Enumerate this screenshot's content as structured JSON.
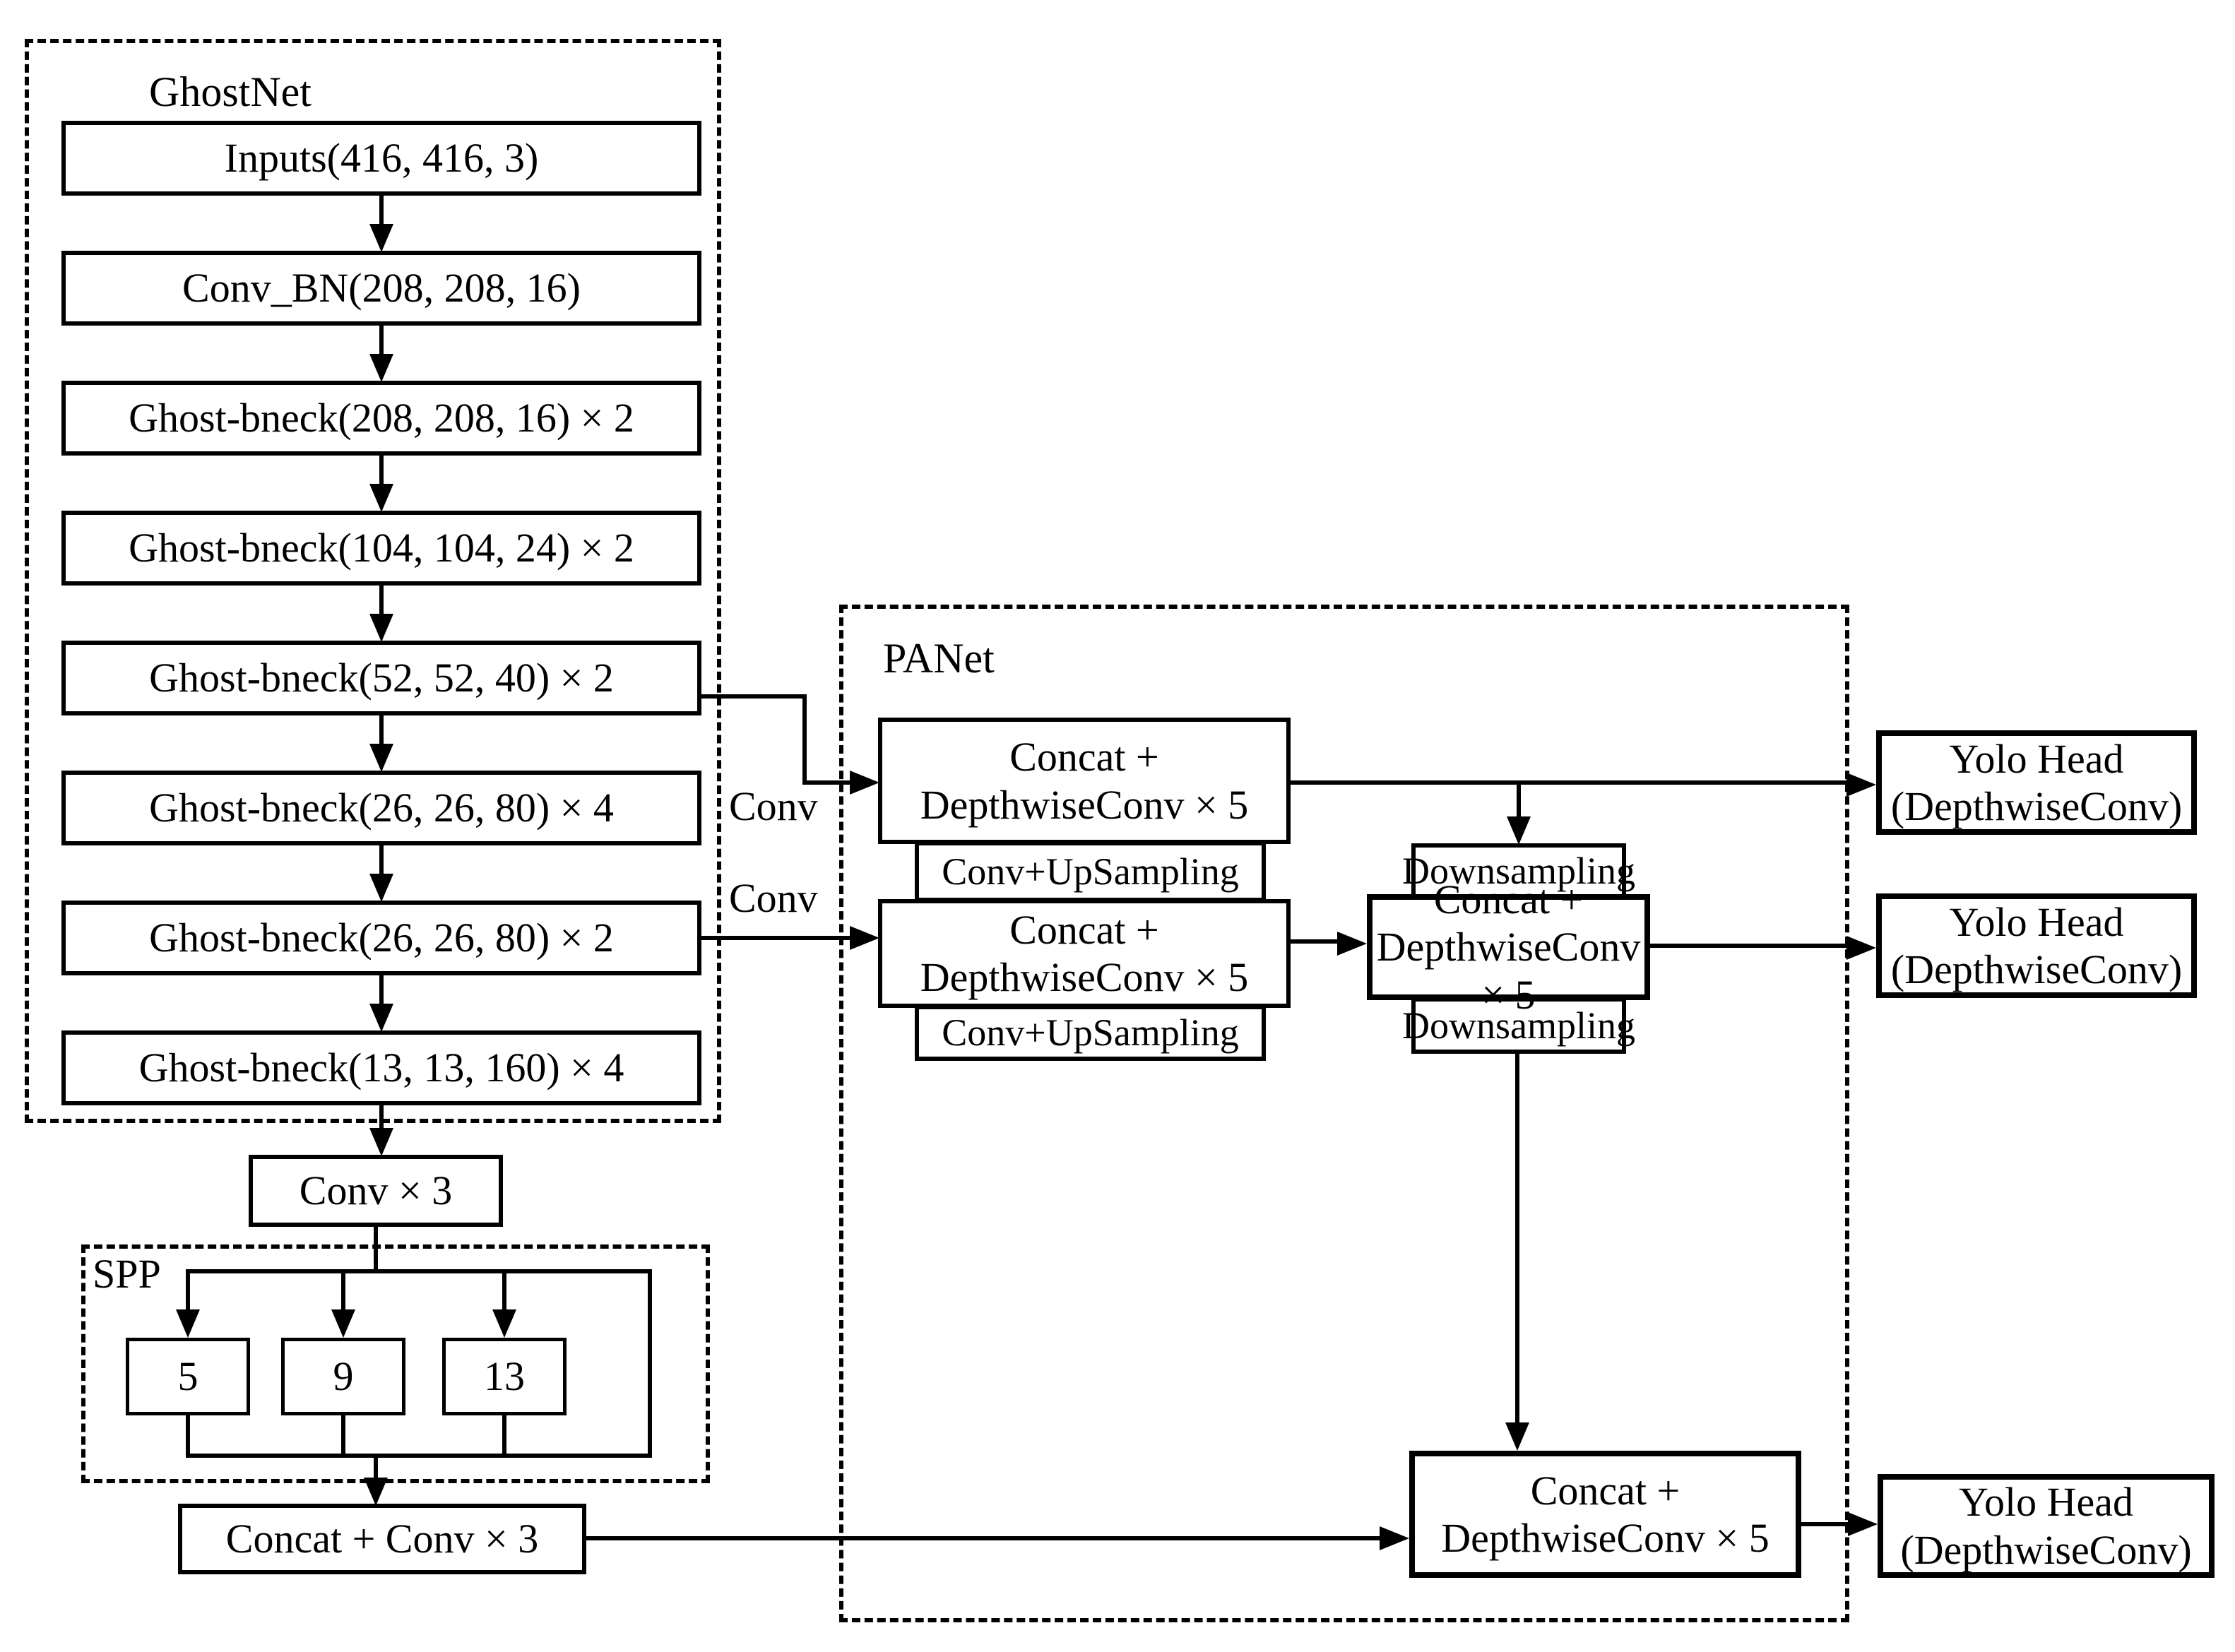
{
  "diagram": {
    "background_color": "#ffffff",
    "line_color": "#000000"
  },
  "ghostnet": {
    "label": "GhostNet",
    "layers": [
      "Inputs(416, 416, 3)",
      "Conv_BN(208, 208, 16)",
      "Ghost-bneck(208, 208, 16) × 2",
      "Ghost-bneck(104, 104, 24) × 2",
      "Ghost-bneck(52, 52, 40) × 2",
      "Ghost-bneck(26, 26, 80) × 4",
      "Ghost-bneck(26, 26, 80) × 2",
      "Ghost-bneck(13, 13, 160) × 4"
    ]
  },
  "backbone_tail": {
    "conv3_label": "Conv × 3",
    "concat_conv3_label": "Concat + Conv × 3"
  },
  "spp": {
    "label": "SPP",
    "pools": [
      "5",
      "9",
      "13"
    ]
  },
  "panet": {
    "label": "PANet",
    "conv_edge_label": "Conv",
    "concat_dw": {
      "line1": "Concat +",
      "line2": "DepthwiseConv × 5"
    },
    "conv_upsampling": "Conv+UpSampling",
    "downsampling": "Downsampling"
  },
  "yolo_head": {
    "line1": "Yolo Head",
    "line2": "(DepthwiseConv)"
  }
}
